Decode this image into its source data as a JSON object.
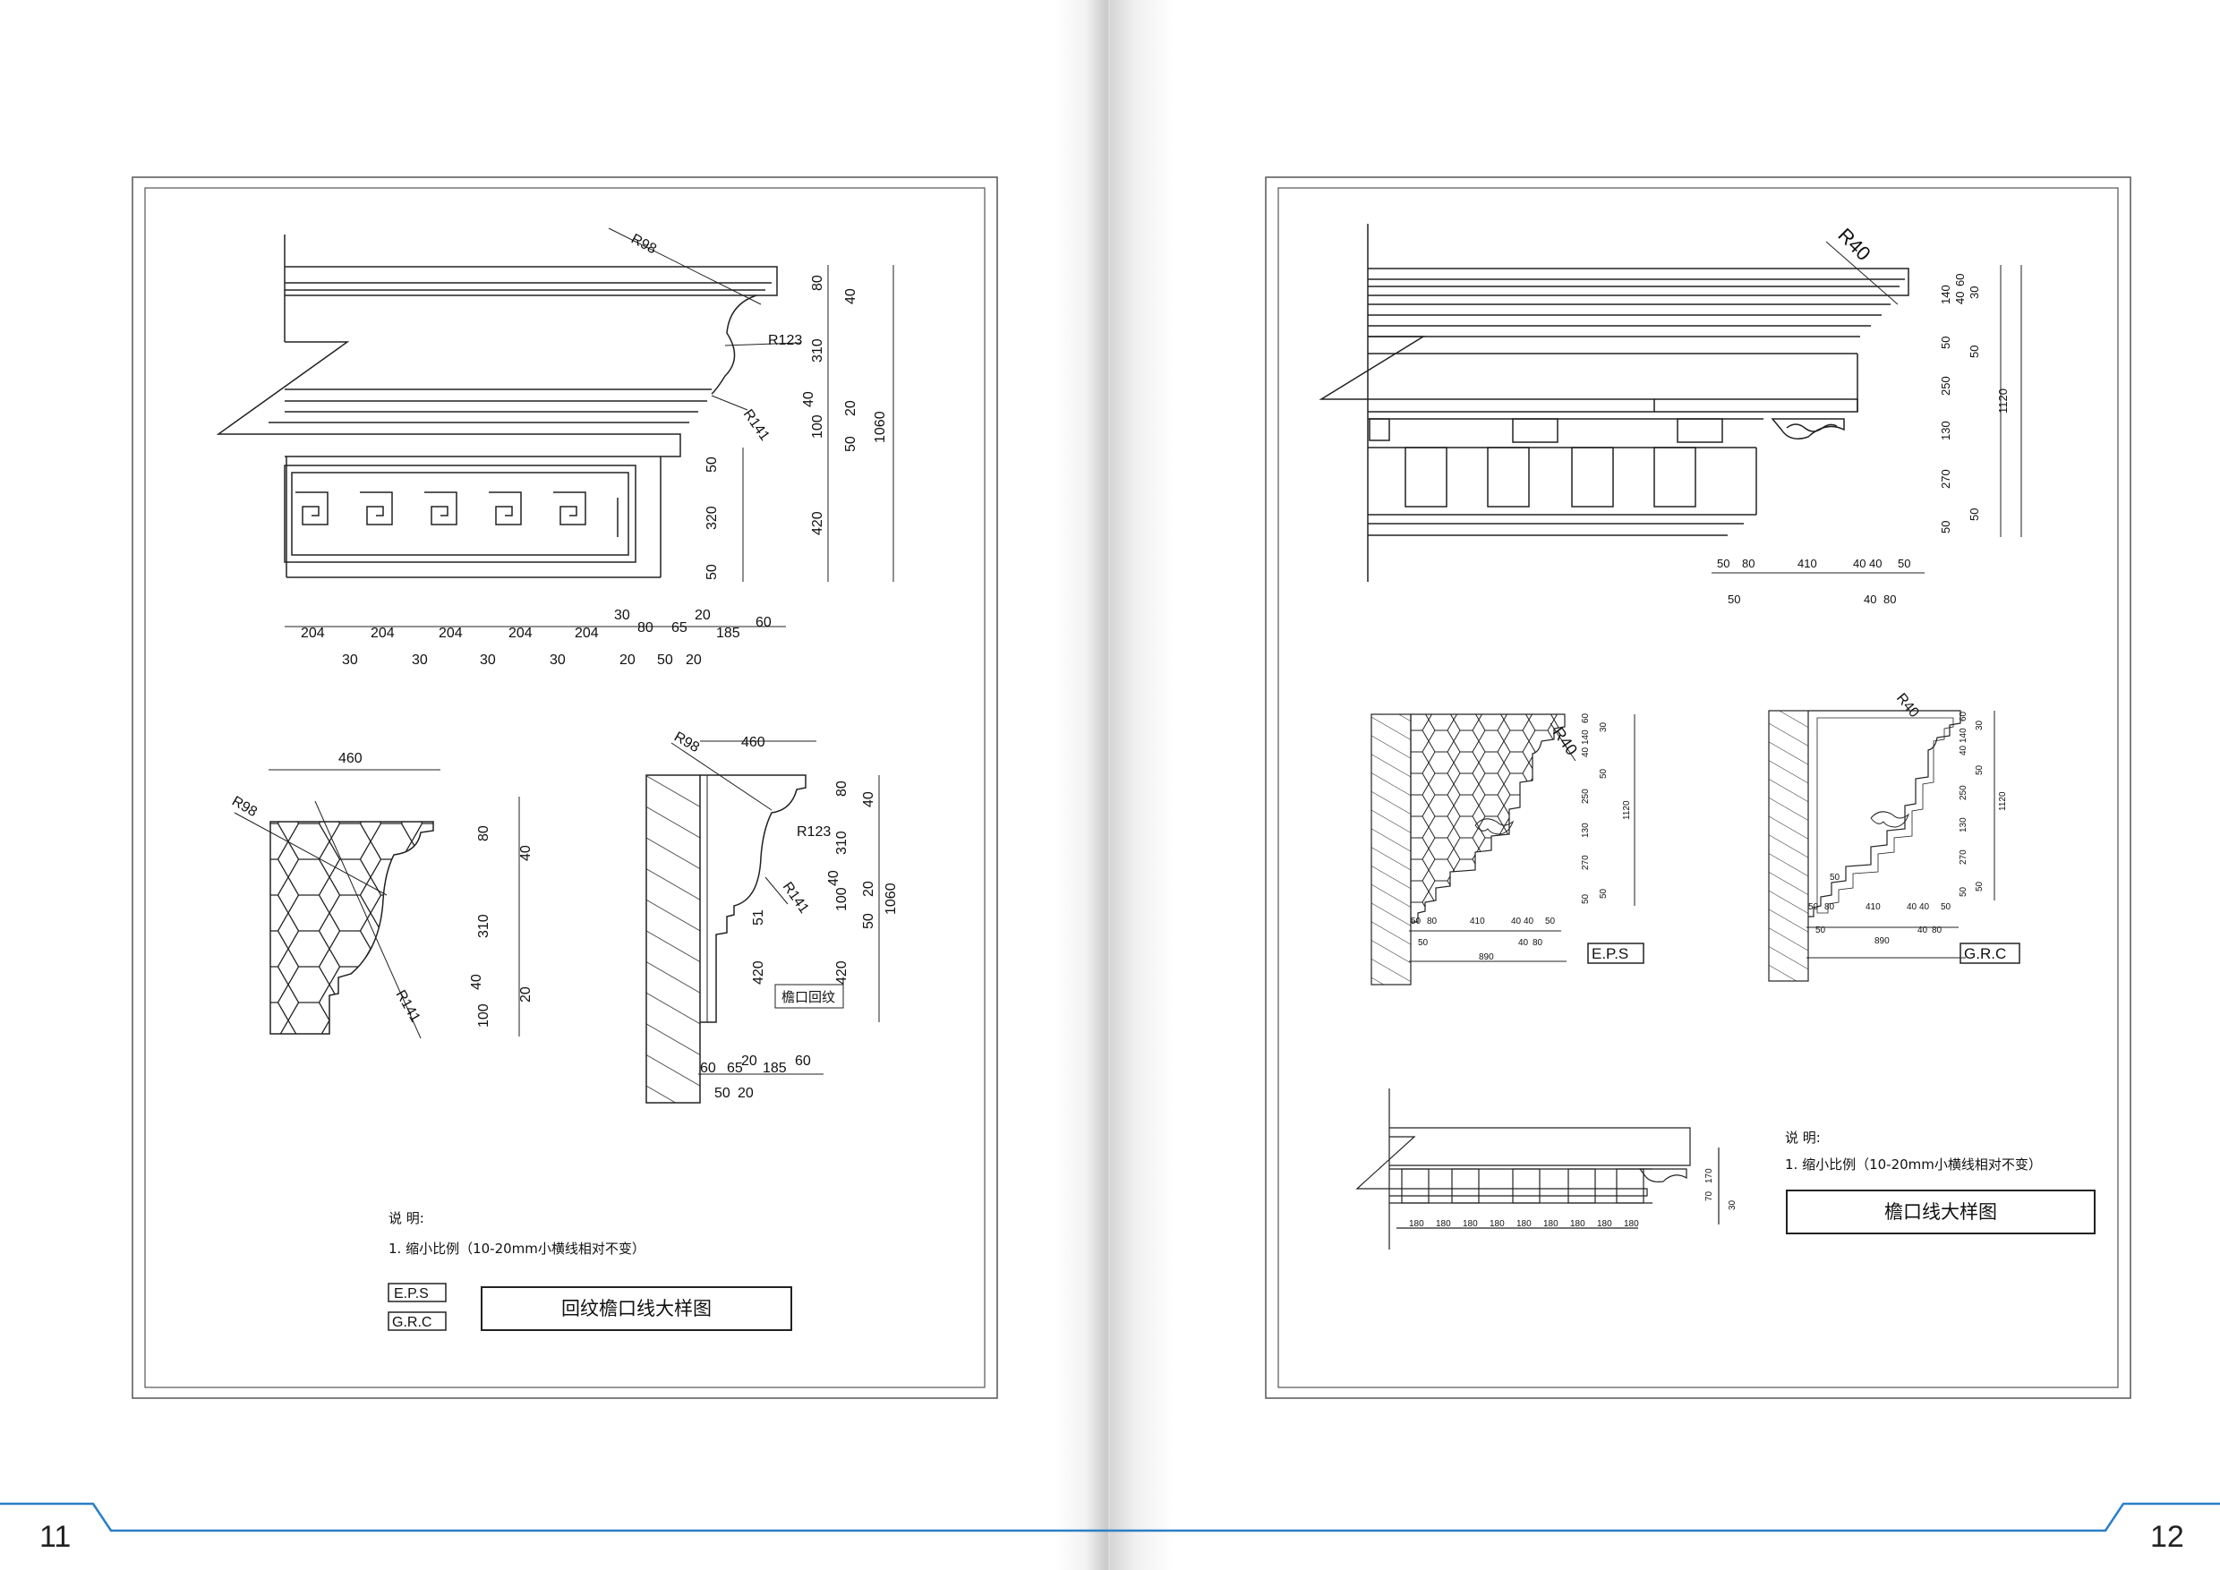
{
  "left_page": {
    "page_number": "11",
    "main_elevation": {
      "radii": [
        "R98",
        "R123",
        "R141"
      ],
      "right_dims_a": [
        "80",
        "40",
        "310",
        "40",
        "20",
        "100",
        "50"
      ],
      "right_dims_b": [
        "50",
        "320",
        "50",
        "420"
      ],
      "total_height": "1060",
      "bottom_dims_top": [
        "204",
        "204",
        "204",
        "204",
        "204",
        "30",
        "80",
        "65",
        "20",
        "185",
        "60"
      ],
      "bottom_dims_bottom": [
        "30",
        "30",
        "30",
        "30",
        "20",
        "50",
        "20"
      ]
    },
    "section_eps": {
      "width": "460",
      "radii": [
        "R98",
        "R141"
      ],
      "dims": [
        "80",
        "40",
        "310",
        "40",
        "20",
        "100"
      ]
    },
    "section_grc": {
      "width": "460",
      "radii": [
        "R98",
        "R123",
        "R141"
      ],
      "dims": [
        "80",
        "40",
        "310",
        "100",
        "40",
        "20",
        "50",
        "51",
        "420",
        "420"
      ],
      "total": "1060",
      "label": "檐口回纹",
      "bottom_dims_top": [
        "60",
        "65",
        "20",
        "185",
        "60"
      ],
      "bottom_dims_bottom": [
        "50",
        "20"
      ]
    },
    "notes_title": "说 明:",
    "notes": [
      "1. 缩小比例（10-20mm小横线相对不变）"
    ],
    "material_tags": [
      "E.P.S",
      "G.R.C"
    ],
    "drawing_title": "回纹檐口线大样图"
  },
  "right_page": {
    "page_number": "12",
    "main_elevation": {
      "radius": "R40",
      "right_dims_a": [
        "60",
        "140",
        "40",
        "30",
        "50",
        "50",
        "250",
        "130",
        "270",
        "50",
        "50"
      ],
      "total_height": "1120",
      "bottom_dims_top": [
        "50",
        "80",
        "410",
        "40",
        "40",
        "50"
      ],
      "bottom_dims_bottom": [
        "50",
        "40",
        "80"
      ]
    },
    "section_eps": {
      "radius": "R40",
      "tag": "E.P.S",
      "right_dims": [
        "60",
        "140",
        "40",
        "30",
        "50",
        "250",
        "130",
        "270",
        "50",
        "50"
      ],
      "total": "1120",
      "bottom_dims_top": [
        "50",
        "80",
        "410",
        "40",
        "40",
        "50"
      ],
      "bottom_dims_bottom": [
        "50",
        "40",
        "80"
      ],
      "overall": "890"
    },
    "section_grc": {
      "radius": "R40",
      "tag": "G.R.C",
      "right_dims": [
        "60",
        "140",
        "40",
        "30",
        "50",
        "250",
        "130",
        "270",
        "50",
        "50"
      ],
      "total": "1120",
      "step_dim": "50",
      "bottom_dims_top": [
        "50",
        "80",
        "410",
        "40",
        "40",
        "50"
      ],
      "bottom_dims_bottom": [
        "50",
        "40",
        "80"
      ],
      "overall": "890"
    },
    "small_elevation": {
      "bottom_dims": [
        "180",
        "180",
        "180",
        "180",
        "180",
        "180",
        "180",
        "180",
        "180"
      ],
      "right_dims": [
        "70",
        "170",
        "30"
      ]
    },
    "notes_title": "说 明:",
    "notes": [
      "1. 缩小比例（10-20mm小横线相对不变）"
    ],
    "drawing_title": "檐口线大样图"
  },
  "colors": {
    "line": "#222222",
    "footer_blue": "#2a7fc8",
    "spine_shadow": "#d9d9d9"
  }
}
